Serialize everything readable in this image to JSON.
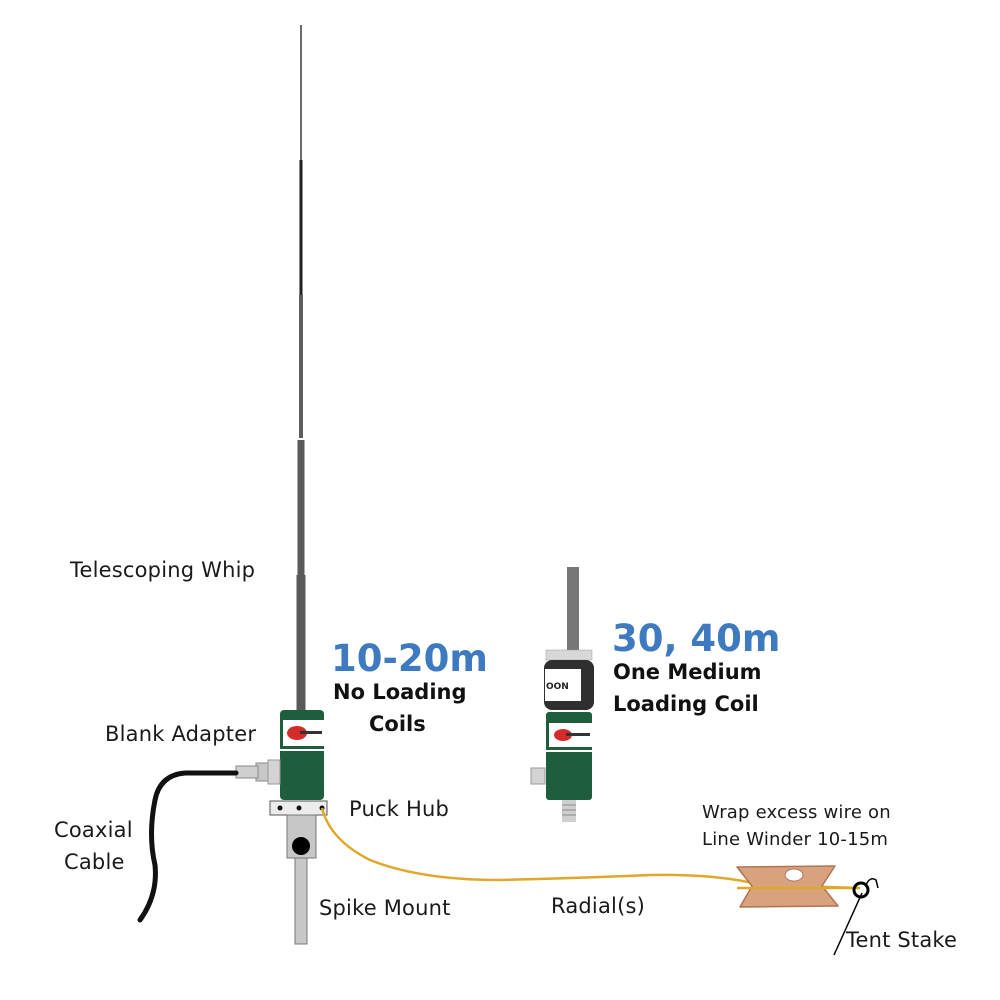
{
  "labels": {
    "telescoping_whip": "Telescoping Whip",
    "blank_adapter": "Blank Adapter",
    "coaxial_cable_line1": "Coaxial",
    "coaxial_cable_line2": "Cable",
    "puck_hub": "Puck Hub",
    "spike_mount": "Spike Mount",
    "radials": "Radial(s)",
    "tent_stake": "Tent Stake",
    "line_winder_line1": "Wrap excess wire on",
    "line_winder_line2": "Line Winder 10-15m"
  },
  "configs": [
    {
      "band": "10-20m",
      "note_line1": "No Loading",
      "note_line2": "Coils"
    },
    {
      "band": "30, 40m",
      "note_line1": "One Medium",
      "note_line2": "Loading Coil"
    }
  ],
  "colors": {
    "band_text": "#3d7abf",
    "adapter_green": "#1e5e3c",
    "radial_wire": "#e0a72a",
    "line_winder": "#d9a27f",
    "whip": "#5a5a5a",
    "coil_body": "#2f2f2f"
  }
}
